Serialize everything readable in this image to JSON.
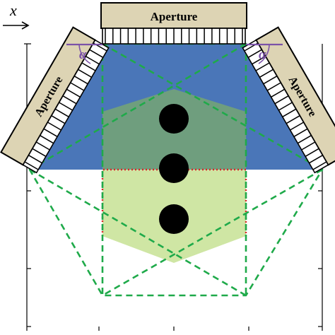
{
  "axis": {
    "x_label": "x"
  },
  "apertures": [
    {
      "id": "top",
      "label": "Aperture"
    },
    {
      "id": "left",
      "label": "Aperture"
    },
    {
      "id": "right",
      "label": "Aperture"
    }
  ],
  "angles": {
    "left_symbol": "α",
    "right_symbol": "α"
  },
  "colors": {
    "blue_region": "#4a76b8",
    "green_region": "#6f9e7e",
    "light_green_region": "#cfe6a4",
    "aperture_fill": "#ddd4b4",
    "green_dash": "#1faa4a",
    "red_dot": "#d8262a",
    "angle_marker": "#7b52a8",
    "target": "#000000"
  }
}
